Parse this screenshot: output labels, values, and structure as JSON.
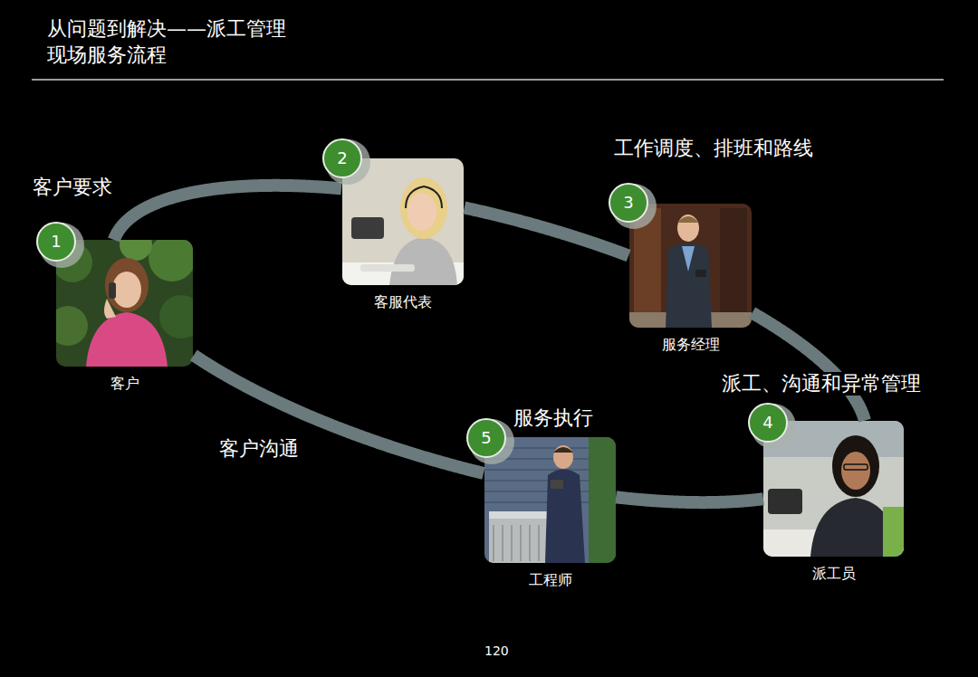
{
  "diagram": {
    "title": "从问题到解决——派工管理 现场服务流程",
    "nodes": [
      {
        "text": [
          "客户要求",
          "客户"
        ]
      },
      {
        "text": [
          "客服代表"
        ]
      },
      {
        "text": [
          "工作调度、排班和路线",
          "服务经理"
        ]
      },
      {
        "text": [
          "派工、沟通和异常管理",
          "派工员"
        ]
      },
      {
        "text": [
          "服务执行",
          "工程师"
        ]
      }
    ],
    "edges": [
      {
        "from": 0,
        "to": 1,
        "arrow": "none"
      },
      {
        "from": 1,
        "to": 2,
        "arrow": "none"
      },
      {
        "from": 2,
        "to": 3,
        "arrow": "none"
      },
      {
        "from": 3,
        "to": 4,
        "arrow": "none"
      },
      {
        "from": 4,
        "to": 0,
        "label": "客户沟通",
        "arrow": "none"
      }
    ],
    "labels": [
      "1",
      "2",
      "3",
      "4",
      "5",
      "120"
    ]
  }
}
